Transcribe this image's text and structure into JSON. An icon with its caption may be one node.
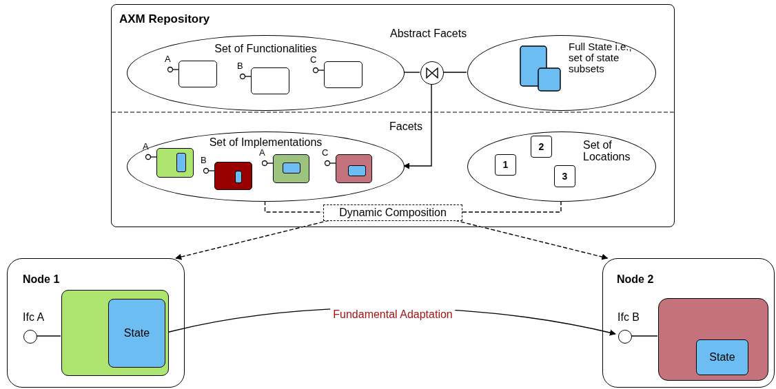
{
  "diagram": {
    "nodes": [
      {
        "text": [
          "AXM Repository"
        ]
      },
      {
        "text": [
          "Set of Functionalities"
        ],
        "in": 0
      },
      {
        "text": [],
        "shape": "box",
        "in": 1,
        "beside": [
          "A"
        ]
      },
      {
        "text": [],
        "shape": "box",
        "in": 1,
        "beside": [
          "B"
        ]
      },
      {
        "text": [],
        "shape": "box",
        "in": 1,
        "beside": [
          "C"
        ]
      },
      {
        "text": [],
        "shape": "circle",
        "in": 0
      },
      {
        "text": [
          "Full State i.e., set of state subsets"
        ],
        "in": 0
      },
      {
        "text": [
          "Set of Implementations"
        ],
        "in": 0
      },
      {
        "text": [],
        "shape": "box",
        "in": 7,
        "beside": [
          "A"
        ]
      },
      {
        "text": [],
        "shape": "box",
        "in": 7,
        "beside": [
          "B"
        ]
      },
      {
        "text": [],
        "shape": "box",
        "in": 7,
        "beside": [
          "A"
        ]
      },
      {
        "text": [],
        "shape": "box",
        "in": 7,
        "beside": [
          "C"
        ]
      },
      {
        "text": [
          "Set of Locations"
        ],
        "in": 0
      },
      {
        "text": [
          "1"
        ],
        "in": 12
      },
      {
        "text": [
          "2"
        ],
        "in": 12
      },
      {
        "text": [
          "3"
        ],
        "in": 12
      },
      {
        "text": [
          "Dynamic Composition"
        ],
        "in": 0
      },
      {
        "text": [
          "Node 1"
        ]
      },
      {
        "text": [],
        "shape": "circle",
        "in": 17,
        "beside": [
          "Ifc A"
        ]
      },
      {
        "text": [],
        "shape": "box",
        "in": 17
      },
      {
        "text": [
          "State"
        ],
        "in": 19
      },
      {
        "text": [
          "Node 2"
        ]
      },
      {
        "text": [],
        "shape": "circle",
        "in": 21,
        "beside": [
          "Ifc B"
        ]
      },
      {
        "text": [],
        "shape": "box",
        "in": 21
      },
      {
        "text": [
          "State"
        ],
        "in": 23
      }
    ],
    "edges": [
      {
        "from": 1,
        "to": 5,
        "arrow": "none"
      },
      {
        "from": 5,
        "to": 6,
        "arrow": "none"
      },
      {
        "from": 5,
        "to": 7,
        "arrow": "to"
      },
      {
        "from": 7,
        "to": 16,
        "arrow": "none",
        "style": "dashed"
      },
      {
        "from": 12,
        "to": 16,
        "arrow": "none",
        "style": "dashed"
      },
      {
        "from": 16,
        "to": 17,
        "arrow": "to",
        "style": "dashed"
      },
      {
        "from": 16,
        "to": 21,
        "arrow": "to",
        "style": "dashed"
      },
      {
        "from": 18,
        "to": 19,
        "arrow": "none"
      },
      {
        "from": 19,
        "to": 22,
        "arrow": "to",
        "label": "Fundamental Adaptation"
      },
      {
        "from": 22,
        "to": 23,
        "arrow": "none"
      }
    ],
    "labels": [
      "Abstract Facets",
      "Facets"
    ]
  }
}
